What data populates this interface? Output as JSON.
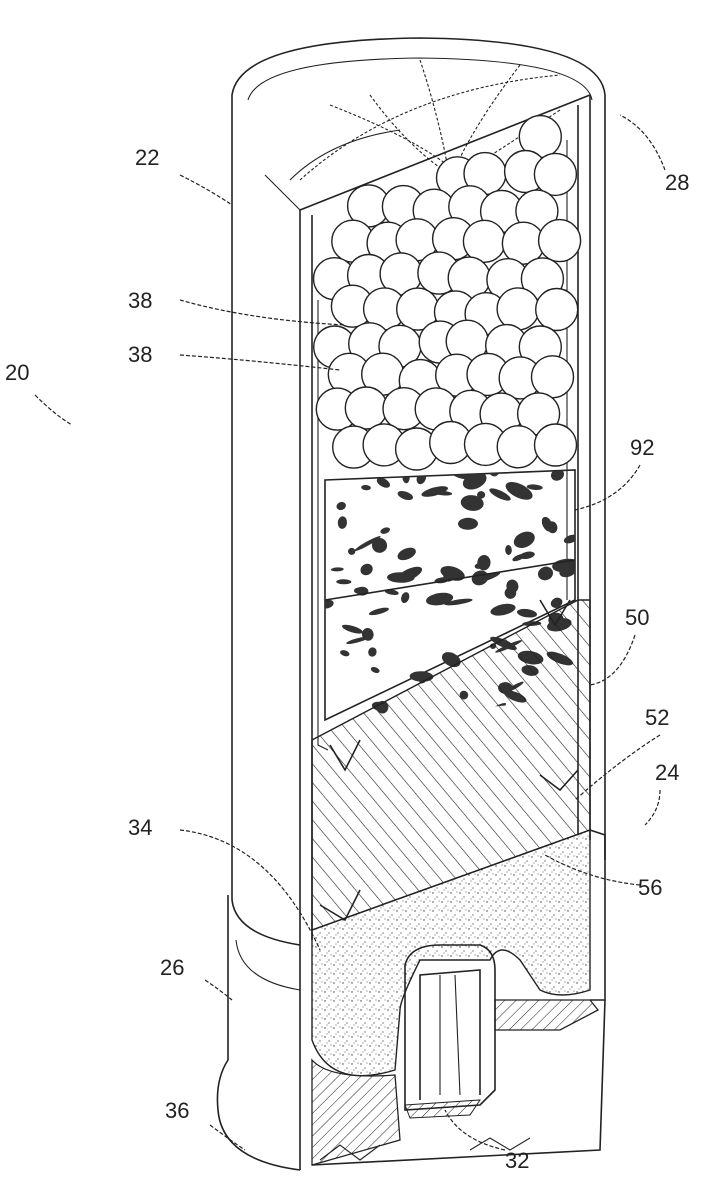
{
  "figure": {
    "title": "Shotshell cutaway view",
    "labels": {
      "shell": "20",
      "hull": "22",
      "wad": "24",
      "base": "26",
      "crimp_end": "28",
      "primer": "32",
      "powder": "34",
      "head": "36",
      "shot_a": "38",
      "shot_b": "38",
      "wad_column": "50",
      "wad_base": "52",
      "powder_cup": "56",
      "filler": "92"
    },
    "colors": {
      "ink": "#222222",
      "background": "#ffffff"
    }
  }
}
